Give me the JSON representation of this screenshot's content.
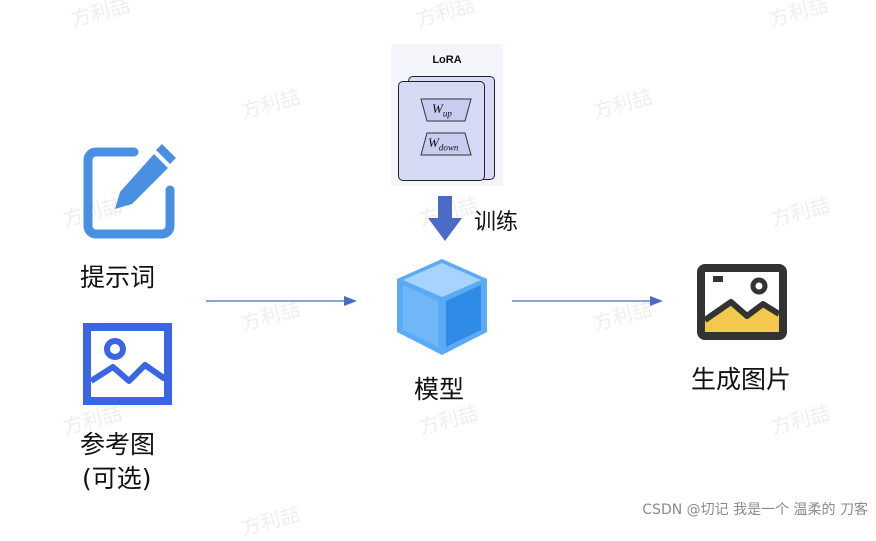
{
  "watermark_text": "方利喆",
  "lora": {
    "title": "LoRA",
    "w_up_base": "W",
    "w_up_sub": "up",
    "w_down_base": "W",
    "w_down_sub": "down"
  },
  "labels": {
    "train": "训练",
    "prompt": "提示词",
    "reference_image_line1": "参考图",
    "reference_image_line2": "(可选)",
    "model": "模型",
    "generated_image": "生成图片"
  },
  "footer": "CSDN @切记 我是一个 温柔的 刀客",
  "colors": {
    "blue_icon": "#4a90e2",
    "reference_icon": "#3a66e6",
    "arrow": "#4a6cc6",
    "cube_top": "#a6d4ff",
    "cube_left": "#5aaaf5",
    "cube_right": "#2f8be6",
    "image_dark": "#333333",
    "image_yellow": "#f2c94c",
    "lora_fill": "#d7daf5"
  },
  "icons": {
    "prompt": "edit-pencil-icon",
    "reference": "image-icon",
    "model": "cube-icon",
    "output": "image-icon",
    "train_arrow": "down-arrow-icon"
  }
}
